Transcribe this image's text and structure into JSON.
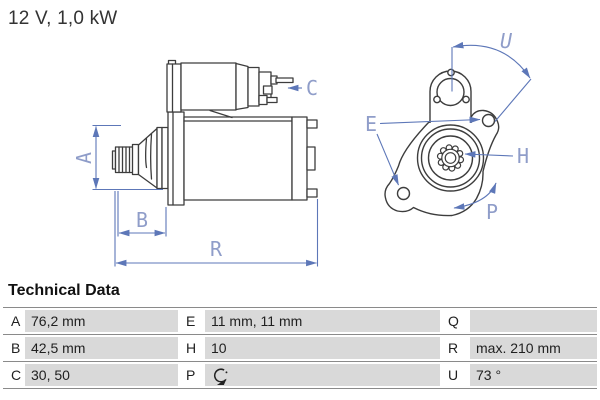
{
  "title": "12 V, 1,0 kW",
  "diagram": {
    "side_view_labels": {
      "A": "A",
      "B": "B",
      "C": "C",
      "R": "R"
    },
    "front_view_labels": {
      "E": "E",
      "H": "H",
      "P": "P",
      "U": "U"
    },
    "icons": [
      "starter-motor-side-view",
      "starter-motor-front-view",
      "rotation-direction-arc"
    ],
    "colors": {
      "drawing_line": "#3d3d3d",
      "dimension_line": "#5d77b8",
      "dimension_text": "#8f9dc9"
    }
  },
  "technical_data": {
    "title": "Technical Data",
    "rows": [
      {
        "c1": {
          "key": "A",
          "value": "76,2 mm"
        },
        "c2": {
          "key": "E",
          "value": "11 mm, 11 mm"
        },
        "c3": {
          "key": "Q",
          "value": ""
        }
      },
      {
        "c1": {
          "key": "B",
          "value": "42,5 mm"
        },
        "c2": {
          "key": "H",
          "value": "10"
        },
        "c3": {
          "key": "R",
          "value": "max. 210 mm"
        }
      },
      {
        "c1": {
          "key": "C",
          "value": "30, 50"
        },
        "c2": {
          "key": "P",
          "value": "",
          "icon": "rotation-cw-icon"
        },
        "c3": {
          "key": "U",
          "value": "73 °"
        }
      }
    ]
  }
}
